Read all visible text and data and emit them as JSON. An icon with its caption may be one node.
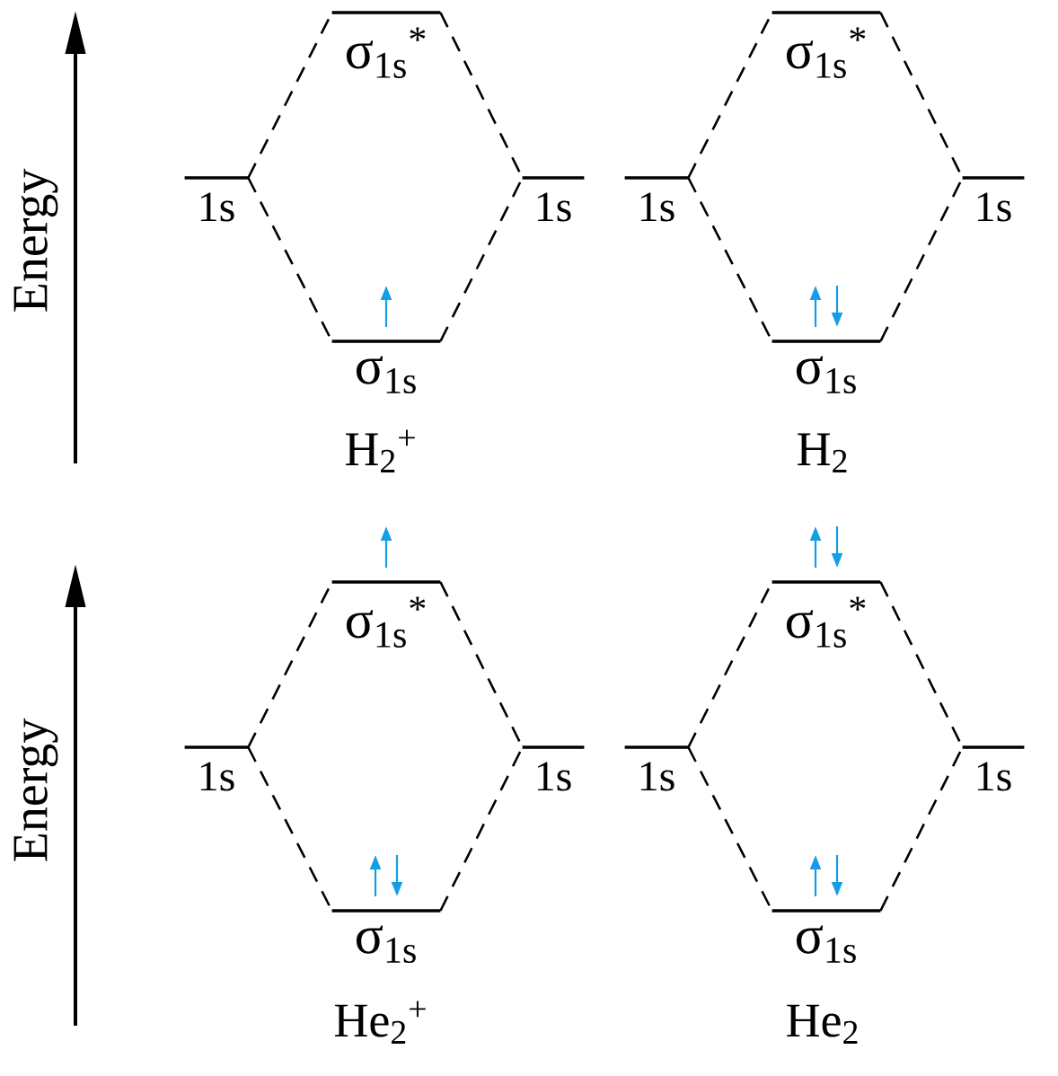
{
  "diagram": {
    "nodes": [
      {
        "text": [
          "σ$_{1s}$$^{*}$"
        ]
      },
      {
        "text": [
          "1s"
        ]
      },
      {
        "text": [
          "1s"
        ]
      },
      {
        "text": [
          "σ$_{1s}$"
        ]
      },
      {
        "text": [
          "σ$_{1s}$$^{*}$"
        ]
      },
      {
        "text": [
          "1s"
        ]
      },
      {
        "text": [
          "1s"
        ]
      },
      {
        "text": [
          "σ$_{1s}$"
        ]
      },
      {
        "text": [
          "σ$_{1s}$$^{*}$"
        ]
      },
      {
        "text": [
          "1s"
        ]
      },
      {
        "text": [
          "1s"
        ]
      },
      {
        "text": [
          "σ$_{1s}$"
        ]
      },
      {
        "text": [
          "σ$_{1s}$$^{*}$"
        ]
      },
      {
        "text": [
          "1s"
        ]
      },
      {
        "text": [
          "1s"
        ]
      },
      {
        "text": [
          "σ$_{1s}$"
        ]
      }
    ],
    "edges": [
      {
        "from": 1,
        "to": 0,
        "arrow": "none",
        "style": "dashed"
      },
      {
        "from": 0,
        "to": 2,
        "arrow": "none",
        "style": "dashed"
      },
      {
        "from": 1,
        "to": 3,
        "arrow": "none",
        "style": "dashed"
      },
      {
        "from": 3,
        "to": 2,
        "arrow": "none",
        "style": "dashed"
      },
      {
        "from": 5,
        "to": 4,
        "arrow": "none",
        "style": "dashed"
      },
      {
        "from": 4,
        "to": 6,
        "arrow": "none",
        "style": "dashed"
      },
      {
        "from": 5,
        "to": 7,
        "arrow": "none",
        "style": "dashed"
      },
      {
        "from": 7,
        "to": 6,
        "arrow": "none",
        "style": "dashed"
      },
      {
        "from": 9,
        "to": 8,
        "arrow": "none",
        "style": "dashed"
      },
      {
        "from": 8,
        "to": 10,
        "arrow": "none",
        "style": "dashed"
      },
      {
        "from": 9,
        "to": 11,
        "arrow": "none",
        "style": "dashed"
      },
      {
        "from": 11,
        "to": 10,
        "arrow": "none",
        "style": "dashed"
      },
      {
        "from": 13,
        "to": 12,
        "arrow": "none",
        "style": "dashed"
      },
      {
        "from": 12,
        "to": 14,
        "arrow": "none",
        "style": "dashed"
      },
      {
        "from": 13,
        "to": 15,
        "arrow": "none",
        "style": "dashed"
      },
      {
        "from": 15,
        "to": 14,
        "arrow": "none",
        "style": "dashed"
      }
    ],
    "labels": [
      "Energy",
      "H$_{2}$$^{+}$",
      "H$_{2}$",
      "Energy",
      "He$_{2}$$^{+}$",
      "He$_{2}$"
    ]
  }
}
